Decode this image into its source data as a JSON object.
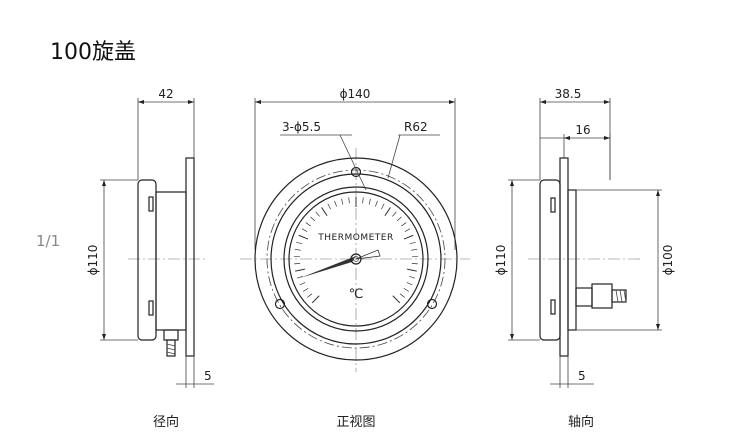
{
  "title": "100旋盖",
  "scale": "1/1",
  "views": {
    "left": {
      "label": "径向",
      "width_dim": "42",
      "diameter_dim": "ϕ110",
      "flange_dim": "5"
    },
    "front": {
      "label": "正视图",
      "diameter_dim": "ϕ140",
      "holes_dim": "3-ϕ5.5",
      "radius_dim": "R62",
      "face_text": "THERMOMETER",
      "unit": "℃"
    },
    "right": {
      "label": "轴向",
      "width_dim": "38.5",
      "stem_dim": "16",
      "diameter_dim": "ϕ110",
      "dial_dim": "ϕ100",
      "flange_dim": "5"
    }
  }
}
